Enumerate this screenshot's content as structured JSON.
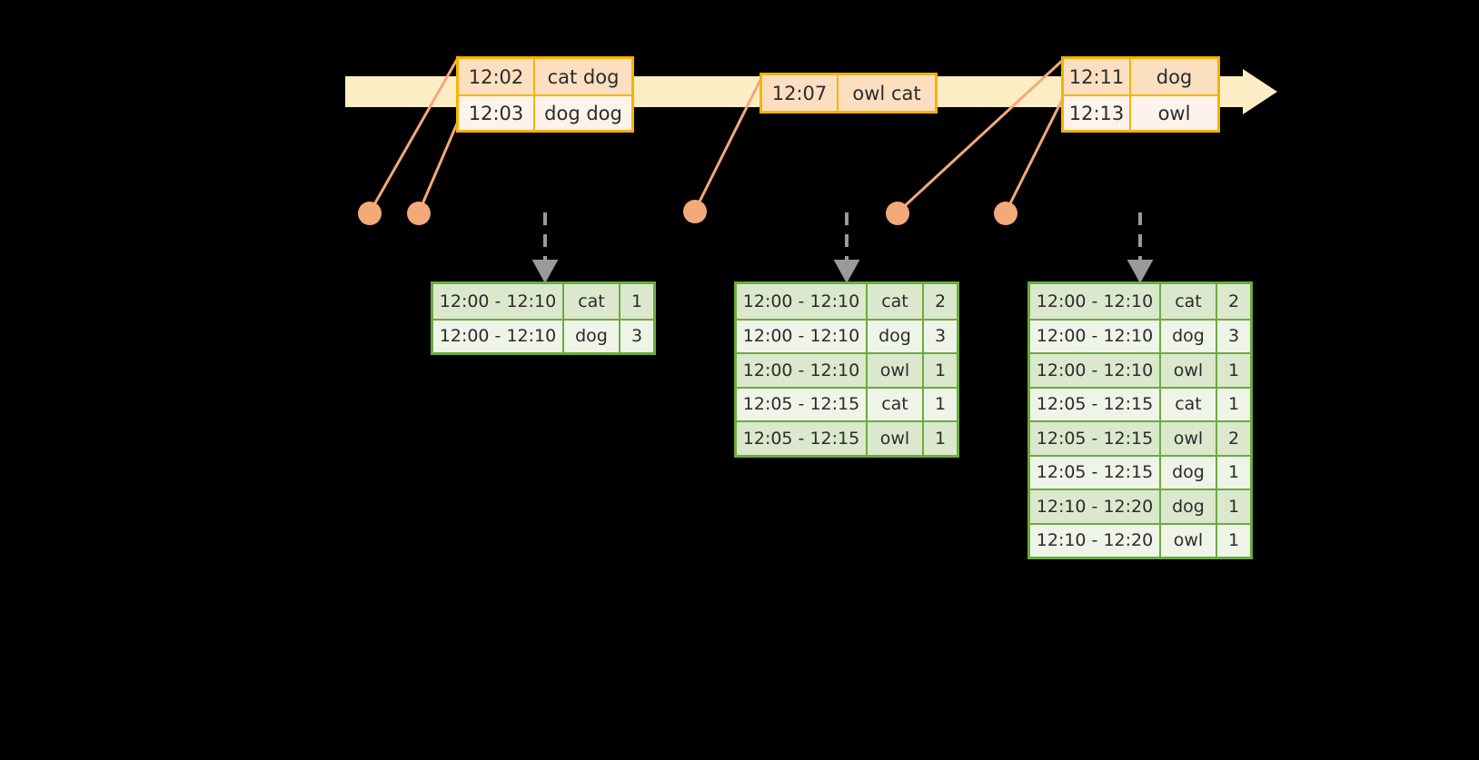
{
  "timeline": {
    "arrow_direction": "right"
  },
  "event_boxes": [
    {
      "name": "event-box-1",
      "rows": [
        {
          "time": "12:02",
          "value": "cat dog"
        },
        {
          "time": "12:03",
          "value": "dog dog"
        }
      ]
    },
    {
      "name": "event-box-2",
      "rows": [
        {
          "time": "12:07",
          "value": "owl cat"
        }
      ]
    },
    {
      "name": "event-box-3",
      "rows": [
        {
          "time": "12:11",
          "value": "dog"
        },
        {
          "time": "12:13",
          "value": "owl"
        }
      ]
    }
  ],
  "result_tables": [
    {
      "name": "result-table-1",
      "rows": [
        {
          "window": "12:00 - 12:10",
          "key": "cat",
          "count": "1"
        },
        {
          "window": "12:00 - 12:10",
          "key": "dog",
          "count": "3"
        }
      ]
    },
    {
      "name": "result-table-2",
      "rows": [
        {
          "window": "12:00 - 12:10",
          "key": "cat",
          "count": "2"
        },
        {
          "window": "12:00 - 12:10",
          "key": "dog",
          "count": "3"
        },
        {
          "window": "12:00 - 12:10",
          "key": "owl",
          "count": "1"
        },
        {
          "window": "12:05 - 12:15",
          "key": "cat",
          "count": "1"
        },
        {
          "window": "12:05 - 12:15",
          "key": "owl",
          "count": "1"
        }
      ]
    },
    {
      "name": "result-table-3",
      "rows": [
        {
          "window": "12:00 - 12:10",
          "key": "cat",
          "count": "2"
        },
        {
          "window": "12:00 - 12:10",
          "key": "dog",
          "count": "3"
        },
        {
          "window": "12:00 - 12:10",
          "key": "owl",
          "count": "1"
        },
        {
          "window": "12:05 - 12:15",
          "key": "cat",
          "count": "1"
        },
        {
          "window": "12:05 - 12:15",
          "key": "owl",
          "count": "2"
        },
        {
          "window": "12:05 - 12:15",
          "key": "dog",
          "count": "1"
        },
        {
          "window": "12:10 - 12:20",
          "key": "dog",
          "count": "1"
        },
        {
          "window": "12:10 - 12:20",
          "key": "owl",
          "count": "1"
        }
      ]
    }
  ],
  "colors": {
    "timeline_fill": "#fdedc4",
    "event_border": "#f5b301",
    "event_shade": "#fcdfc0",
    "event_plain": "#fdf3ea",
    "dot": "#f4a97a",
    "table_border": "#6aab3e",
    "table_shade": "#dce8cd",
    "table_plain": "#eff4e9",
    "arrow_gray": "#9a9a9a",
    "background": "#000000"
  }
}
